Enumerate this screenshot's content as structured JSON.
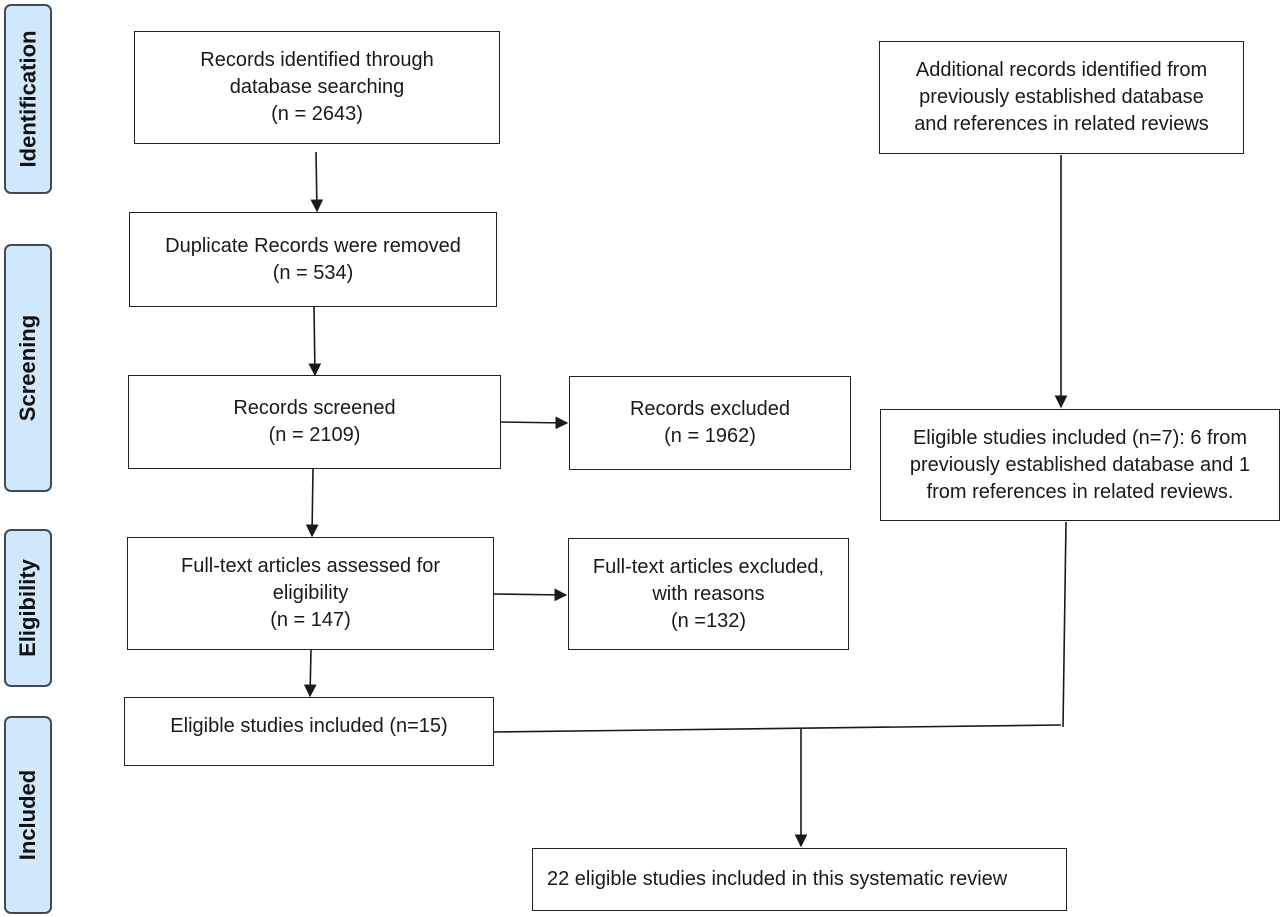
{
  "stages": {
    "identification": "Identification",
    "screening": "Screening",
    "eligibility": "Eligibility",
    "included": "Included"
  },
  "boxes": {
    "records_identified": {
      "line1": "Records identified through",
      "line2": "database searching",
      "line3": "(n = 2643)"
    },
    "additional_records": {
      "line1": "Additional records identified from",
      "line2": "previously established database",
      "line3": "and references in related reviews"
    },
    "duplicates_removed": {
      "line1": "Duplicate Records were removed",
      "line2": "(n = 534)"
    },
    "records_screened": {
      "line1": "Records screened",
      "line2": "(n = 2109)"
    },
    "records_excluded": {
      "line1": "Records excluded",
      "line2": "(n = 1962)"
    },
    "eligible_additional": {
      "line1": "Eligible studies included (n=7): 6 from",
      "line2": "previously established database and 1",
      "line3": "from references in related reviews."
    },
    "fulltext_assessed": {
      "line1": "Full-text articles assessed for",
      "line2": "eligibility",
      "line3": "(n = 147)"
    },
    "fulltext_excluded": {
      "line1": "Full-text articles excluded,",
      "line2": "with reasons",
      "line3": "(n =132)"
    },
    "eligible_included": {
      "line1": "Eligible studies included (n=15)"
    },
    "final_included": {
      "line1": "22 eligible studies included in this systematic review"
    }
  },
  "colors": {
    "stage_fill": "#cfe8fb",
    "stage_border": "#3f4a55",
    "line": "#1a1a1a"
  }
}
